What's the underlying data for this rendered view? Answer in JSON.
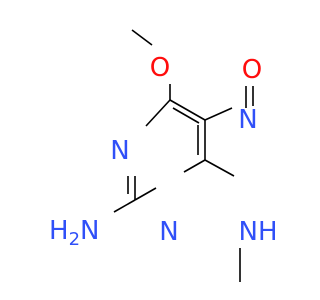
{
  "molecule": {
    "colors": {
      "bond": "#000000",
      "nitrogen": "#3050f8",
      "oxygen": "#ff0d0d"
    },
    "atoms": {
      "methoxy_oxygen": "O",
      "nitroso_oxygen": "O",
      "nitroso_nitrogen": "N",
      "ring_nitrogen_1": "N",
      "ring_nitrogen_3": "N",
      "amino_group": {
        "main": "H",
        "subscript": "2",
        "suffix": "N"
      },
      "methylamino_group": "NH"
    }
  }
}
